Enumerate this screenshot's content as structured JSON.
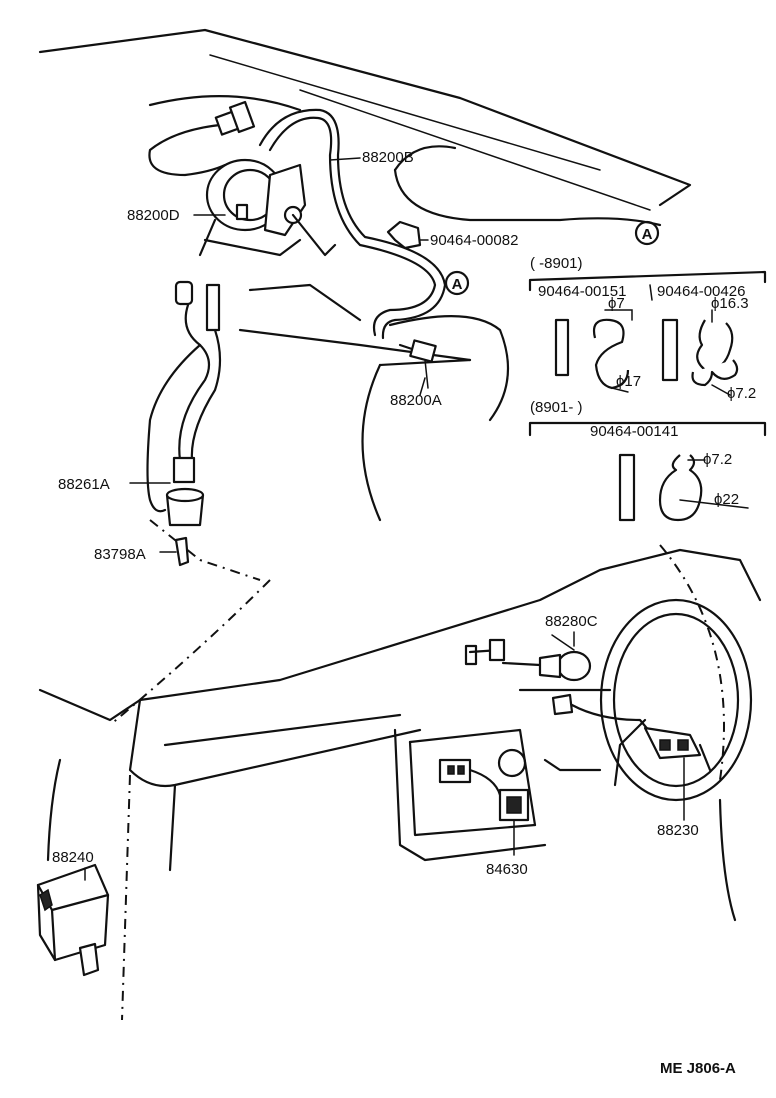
{
  "labels": {
    "hose_b": "88200B",
    "vacuum_pump": "88200D",
    "clip_a": "90464-00082",
    "ref_a_top": "A",
    "ref_a_mid": "A",
    "check_valve": "88200A",
    "cable": "88261A",
    "clip_small": "83798A",
    "actuator": "88280C",
    "computer": "88240",
    "switch_dash": "84630",
    "switch_wheel": "88230",
    "footer_code": "ME J806-A"
  },
  "clips": {
    "group1_header": "(          -8901)",
    "group1_part_left": "90464-00151",
    "group1_part_right": "90464-00426",
    "group1_dim_7": "ϕ7",
    "group1_dim_17": "ϕ17",
    "group1_dim_163": "ϕ16.3",
    "group1_dim_72": "ϕ7.2",
    "group2_header": "(8901-          )",
    "group2_part": "90464-00141",
    "group2_dim_72": "ϕ7.2",
    "group2_dim_22": "ϕ22"
  }
}
